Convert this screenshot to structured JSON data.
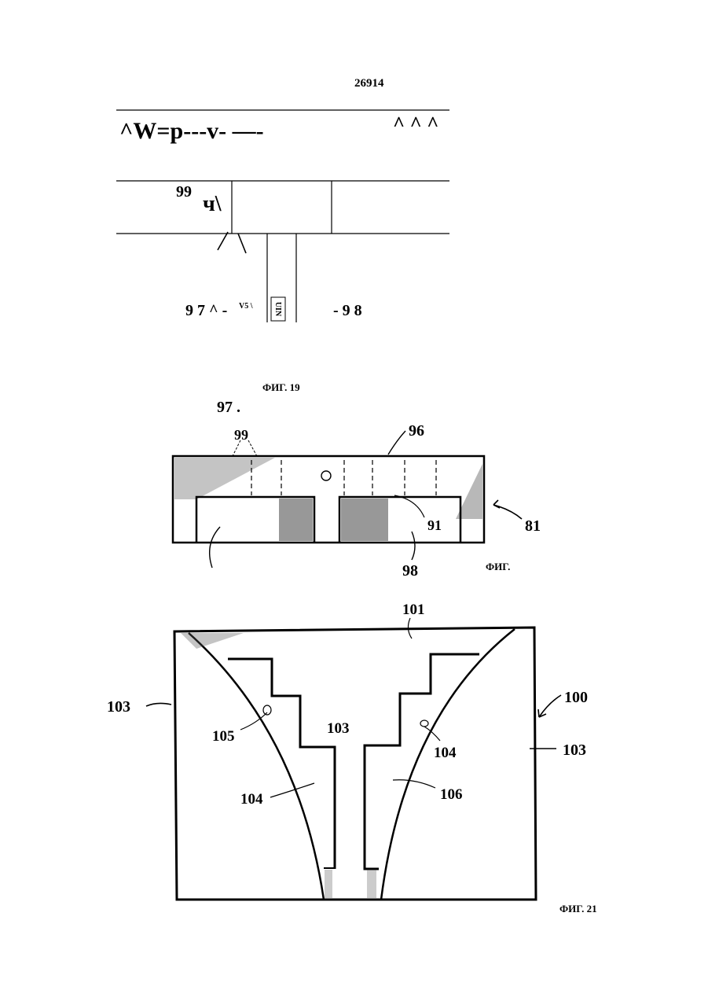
{
  "page_number": "26914",
  "fig19": {
    "header_left": "^W=p---v- —-",
    "header_right": "^ ^ ^",
    "label_99": "99",
    "label_ch": "ч\\",
    "label_97": "9 7 ^ -",
    "label_v5": "V5  \\",
    "label_98": "- 9 8",
    "block_text": "UIN",
    "caption": "ФИГ. 19"
  },
  "fig20": {
    "label_97": "97  .",
    "label_99": "99",
    "label_96": "96",
    "label_91": "91",
    "label_81": "81",
    "label_98": "98",
    "caption": "ФИГ."
  },
  "fig21": {
    "label_101": "101",
    "label_100": "100",
    "label_103_left": "103",
    "label_103_center": "103",
    "label_103_right": "103",
    "label_105": "105",
    "label_104_left": "104",
    "label_104_right": "104",
    "label_106": "106",
    "caption": "ФИГ. 21"
  }
}
